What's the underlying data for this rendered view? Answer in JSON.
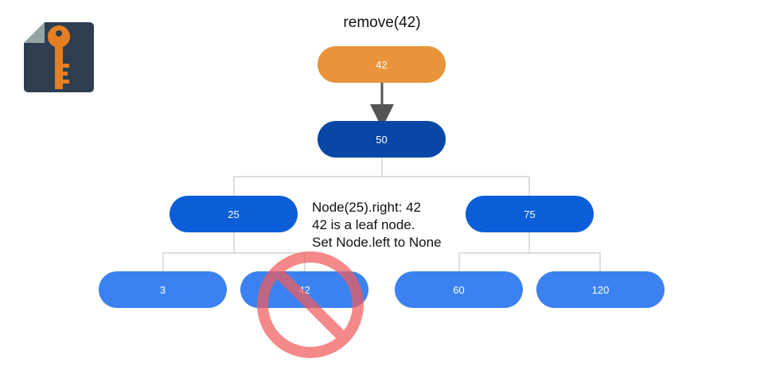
{
  "title": "remove(42)",
  "logo_icon": "key-document-icon",
  "prohibited_icon": "no-entry-icon",
  "colors": {
    "highlight": "#e8943a",
    "root": "#0847a6",
    "level1": "#0b5ed7",
    "level2": "#3b82f0",
    "prohibit": "#f25c5c"
  },
  "nodes": {
    "target": "42",
    "root": "50",
    "left": "25",
    "right": "75",
    "left_left": "3",
    "left_right": "42",
    "right_left": "60",
    "right_right": "120"
  },
  "note": {
    "line1": "Node(25).right: 42",
    "line2": "42 is a leaf node.",
    "line3": "Set Node.left to None"
  }
}
